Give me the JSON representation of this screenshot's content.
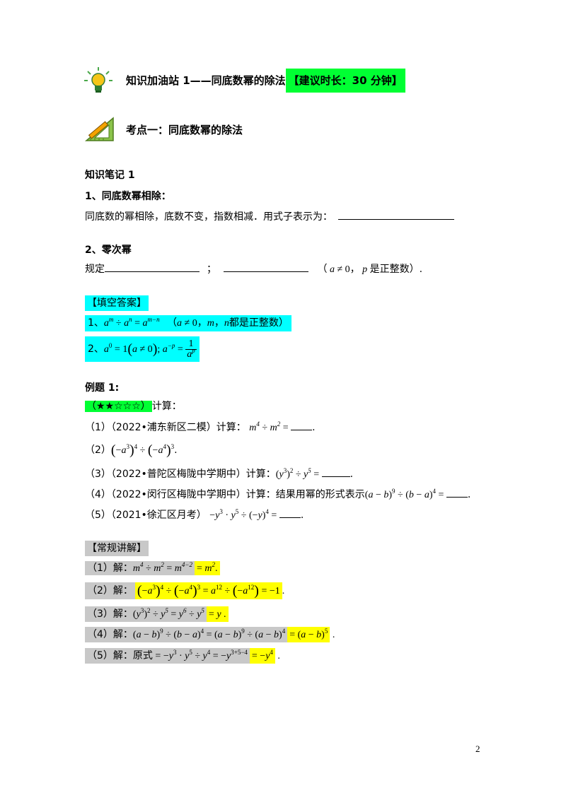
{
  "header": {
    "title": "知识加油站 1——同底数幂的除法",
    "suggest": "【建议时长：30 分钟】",
    "point": "考点一：同底数幂的除法"
  },
  "notes": {
    "heading": "知识笔记 1",
    "s1_title": "1、同底数幂相除：",
    "s1_text": "同底数的幂相除，底数不变，指数相减．用式子表示为：",
    "s2_title": "2、零次幂",
    "s2_prefix": "规定",
    "s2_sep": "；",
    "s2_suffix": "是正整数）.",
    "cond_open": "（",
    "comma": "，"
  },
  "answers": {
    "label": "【填空答案】",
    "a1_prefix": "1、",
    "a1_suffix": "都是正整数）",
    "a2_prefix": "2、"
  },
  "example": {
    "title": "例题 1:",
    "stars": "（★★☆☆☆）",
    "calc": "计算：",
    "q1": "（1）（2022•浦东新区二模）计算：",
    "q2": "（2）",
    "q3": "（3）（2022•普陀区梅陇中学期中）计算：",
    "q4": "（4）（2022•闵行区梅陇中学期中）计算：结果用幂的形式表示",
    "q5": "（5）（2021•徐汇区月考）"
  },
  "solution": {
    "label": "【常规讲解】",
    "s1": "（1）解：",
    "s2": "（2）解：",
    "s3": "（3）解：",
    "s4": "（4）解：",
    "s5": "（5）解：原式"
  },
  "page_number": "2",
  "colors": {
    "green": "#00ff33",
    "cyan": "#00ffff",
    "yellow": "#ffff00",
    "gray": "#c8c8c8"
  }
}
